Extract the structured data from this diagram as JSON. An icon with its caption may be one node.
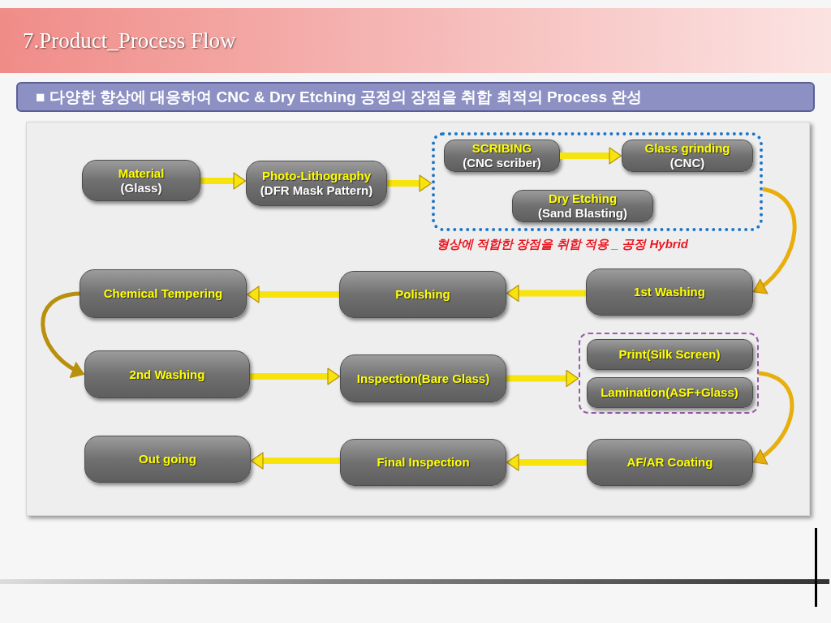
{
  "diagram": {
    "title": "7.Product_Process Flow",
    "nodes": [
      {
        "text": [
          "Material",
          "(Glass)"
        ]
      },
      {
        "text": [
          "Photo-Lithography",
          "(DFR Mask Pattern)"
        ]
      },
      {
        "text": [],
        "shape": "box",
        "beside": [
          "형상에 적합한 장점을 취합 적용 _ 공정 Hybrid"
        ]
      },
      {
        "text": [
          "SCRIBING",
          "(CNC scriber)"
        ],
        "in": 2
      },
      {
        "text": [
          "Glass grinding",
          "(CNC)"
        ],
        "in": 2
      },
      {
        "text": [
          "Dry Etching",
          "(Sand Blasting)"
        ],
        "in": 2
      },
      {
        "text": [
          "Chemical Tempering"
        ]
      },
      {
        "text": [
          "Polishing"
        ]
      },
      {
        "text": [
          "1st Washing"
        ]
      },
      {
        "text": [
          "2nd Washing"
        ]
      },
      {
        "text": [
          "Inspection(Bare Glass)"
        ]
      },
      {
        "text": [],
        "shape": "box"
      },
      {
        "text": [
          "Print(Silk Screen)"
        ],
        "in": 11
      },
      {
        "text": [
          "Lamination(ASF+Glass)"
        ],
        "in": 11
      },
      {
        "text": [
          "Out going"
        ]
      },
      {
        "text": [
          "Final Inspection"
        ]
      },
      {
        "text": [
          "AF/AR Coating"
        ]
      }
    ],
    "edges": [
      {
        "from": 0,
        "to": 1,
        "arrow": "to"
      },
      {
        "from": 1,
        "to": 2,
        "arrow": "to"
      },
      {
        "from": 3,
        "to": 4,
        "arrow": "to"
      },
      {
        "from": 2,
        "to": 8,
        "arrow": "to",
        "color": "#e8ae0c"
      },
      {
        "from": 8,
        "to": 7,
        "arrow": "to"
      },
      {
        "from": 7,
        "to": 6,
        "arrow": "to"
      },
      {
        "from": 6,
        "to": 9,
        "arrow": "to",
        "color": "#b8900e"
      },
      {
        "from": 9,
        "to": 10,
        "arrow": "to"
      },
      {
        "from": 10,
        "to": 11,
        "arrow": "to"
      },
      {
        "from": 11,
        "to": 16,
        "arrow": "to",
        "color": "#e8ae0c"
      },
      {
        "from": 16,
        "to": 15,
        "arrow": "to"
      },
      {
        "from": 15,
        "to": 14,
        "arrow": "to"
      }
    ],
    "labels": [
      "■ 다양한 향상에 대응하여 CNC & Dry Etching 공정의 장점을 취합 최적의 Process 완성"
    ]
  }
}
